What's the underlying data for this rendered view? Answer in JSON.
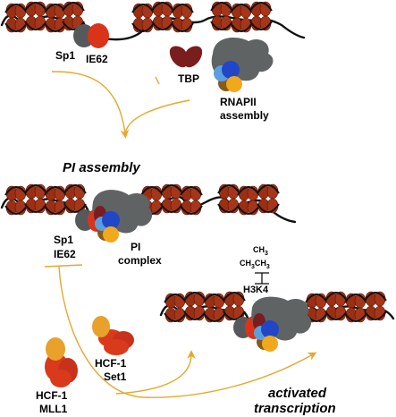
{
  "labels": {
    "sp1_top": "Sp1",
    "ie62_top": "IE62",
    "tbp": "TBP",
    "rnapii_line1": "RNAPII",
    "rnapii_line2": "assembly",
    "pi_assembly": "PI assembly",
    "sp1_mid": "Sp1",
    "ie62_mid": "IE62",
    "pi_line1": "PI",
    "pi_line2": "complex",
    "ch3_top": "CH",
    "ch3_top_sub": "3",
    "ch3_row_a": "CH",
    "ch3_row_a_sub": "3",
    "ch3_row_b": "CH",
    "ch3_row_b_sub": "3",
    "h3k4": "H3K4",
    "hcf1_set1_line1": "HCF-1",
    "hcf1_set1_line2": "Set1",
    "hcf1_mll1_line1": "HCF-1",
    "hcf1_mll1_line2": "MLL1",
    "activated_line1": "activated",
    "activated_line2": "transcription"
  },
  "colors": {
    "nucleosome": "#9b2f14",
    "nucleosome_dark": "#6e1e0a",
    "sp1_grey": "#55595c",
    "ie62_red": "#d9341a",
    "tbp_maroon": "#7a1d1d",
    "pol_grey": "#5f6364",
    "blue": "#2146c8",
    "light_blue": "#5aa0e0",
    "gold": "#f0a91c",
    "brown": "#8a5a1a",
    "arrow": "#e3a92f",
    "hcf_orange": "#e8a12b",
    "set1_red": "#d93a1c"
  }
}
